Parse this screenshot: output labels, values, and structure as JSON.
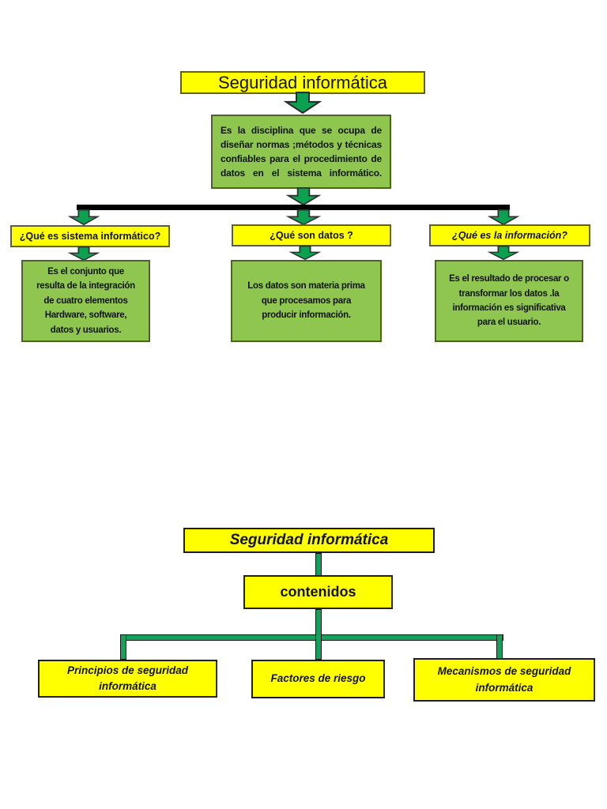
{
  "colors": {
    "box_yellow": "#ffff00",
    "box_green": "#8ec64f",
    "box_green_border": "#4c6323",
    "arrow_green": "#0ba150",
    "connector_green": "#16a05b",
    "line_black": "#000000"
  },
  "diagram1": {
    "title": "Seguridad informática",
    "definition": "Es la disciplina que se ocupa de diseñar normas ;métodos y técnicas confiables para el procedimiento de datos en el sistema informático.",
    "branches": [
      {
        "question": "¿Qué es sistema informático?",
        "answer": "Es el conjunto que\nresulta de la integración\nde cuatro elementos\nHardware, software,\ndatos y usuarios."
      },
      {
        "question": "¿Qué son datos ?",
        "answer": "Los datos son materia prima\nque procesamos para\nproducir información."
      },
      {
        "question": "¿Qué es la información?",
        "answer": "Es el resultado de procesar o\ntransformar los datos .la\ninformación es significativa\npara el usuario."
      }
    ]
  },
  "diagram2": {
    "title": "Seguridad informática",
    "subtitle": "contenidos",
    "items": [
      "Principios de seguridad\ninformática",
      "Factores de riesgo",
      "Mecanismos de seguridad\ninformática"
    ]
  }
}
